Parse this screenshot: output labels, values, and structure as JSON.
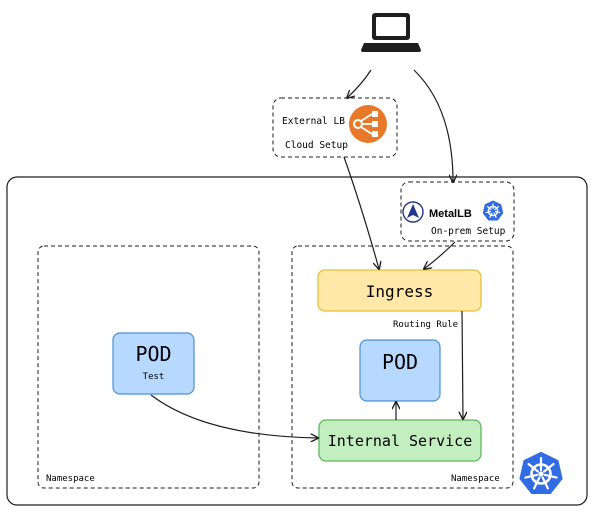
{
  "diagram": {
    "client": {
      "icon": "laptop-icon"
    },
    "external_lb": {
      "label": "External LB",
      "sublabel": "Cloud Setup",
      "icon": "aws-elastic-load-balancer-icon",
      "icon_color": "#e9792a"
    },
    "metallb": {
      "label": "MetalLB",
      "sublabel": "On-prem Setup",
      "logo_icon": "metallb-logo-icon",
      "k8s_icon": "kubernetes-icon",
      "logo_color": "#23388a",
      "k8s_color": "#326ce5"
    },
    "ingress": {
      "label": "Ingress",
      "fill": "#ffe8a8",
      "stroke": "#e5c13b"
    },
    "routing_rule": {
      "label": "Routing Rule"
    },
    "pod_right": {
      "label": "POD",
      "fill": "#b7d9ff",
      "stroke": "#4a90d9"
    },
    "pod_left": {
      "label": "POD",
      "sublabel": "Test",
      "fill": "#b7d9ff",
      "stroke": "#4a90d9"
    },
    "internal_service": {
      "label": "Internal Service",
      "fill": "#c3efc0",
      "stroke": "#5fb85a"
    },
    "namespace_left": {
      "label": "Namespace"
    },
    "namespace_right": {
      "label": "Namespace"
    },
    "cluster": {
      "icon": "kubernetes-icon",
      "icon_color": "#326ce5"
    }
  }
}
